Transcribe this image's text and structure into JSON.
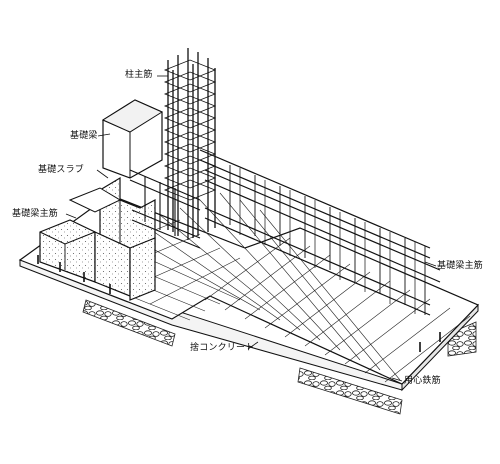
{
  "labels": {
    "column_main_bar": "柱主筋",
    "foundation_beam": "基礎梁",
    "foundation_slab": "基礎スラブ",
    "foundation_beam_main_bar_left": "基礎梁主筋",
    "foundation_beam_main_bar_right": "基礎梁主筋",
    "blinding_concrete": "捨コンクリート",
    "anchor_bar": "用心鉄筋"
  }
}
